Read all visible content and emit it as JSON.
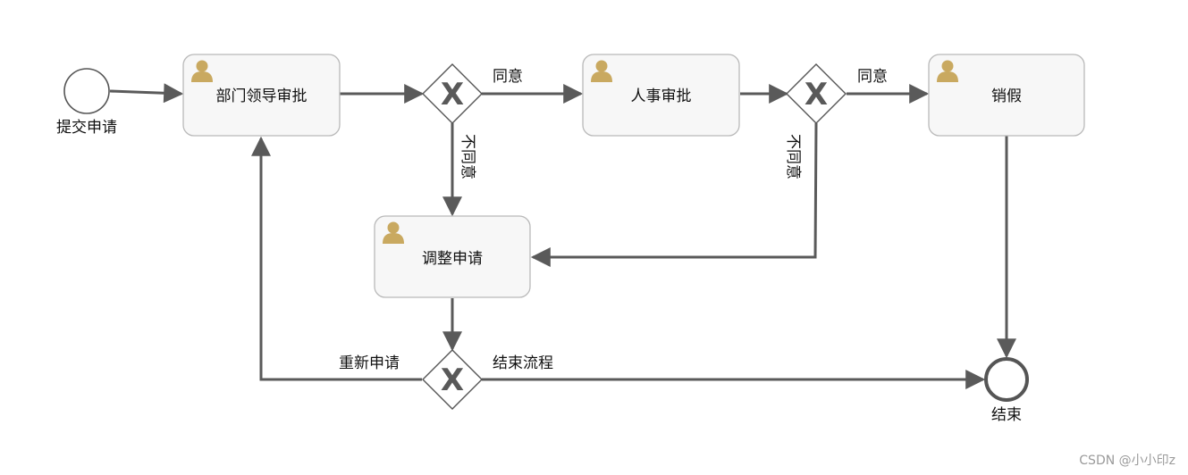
{
  "start_event": {
    "label": "提交申请"
  },
  "end_event": {
    "label": "结束"
  },
  "tasks": {
    "dept_approval": "部门领导审批",
    "hr_approval": "人事审批",
    "cancel_leave": "销假",
    "adjust_request": "调整申请"
  },
  "gateways": {
    "symbol": "X"
  },
  "flows": {
    "agree_1": "同意",
    "disagree_1": "不同意",
    "agree_2": "同意",
    "disagree_2": "不同意",
    "reapply": "重新申请",
    "end_process": "结束流程"
  },
  "colors": {
    "user_icon": "#c9a960",
    "flow_line": "#5a5a5a",
    "task_fill": "#f7f7f7",
    "task_stroke": "#b9b9b9"
  },
  "watermark": "CSDN @小小印z"
}
